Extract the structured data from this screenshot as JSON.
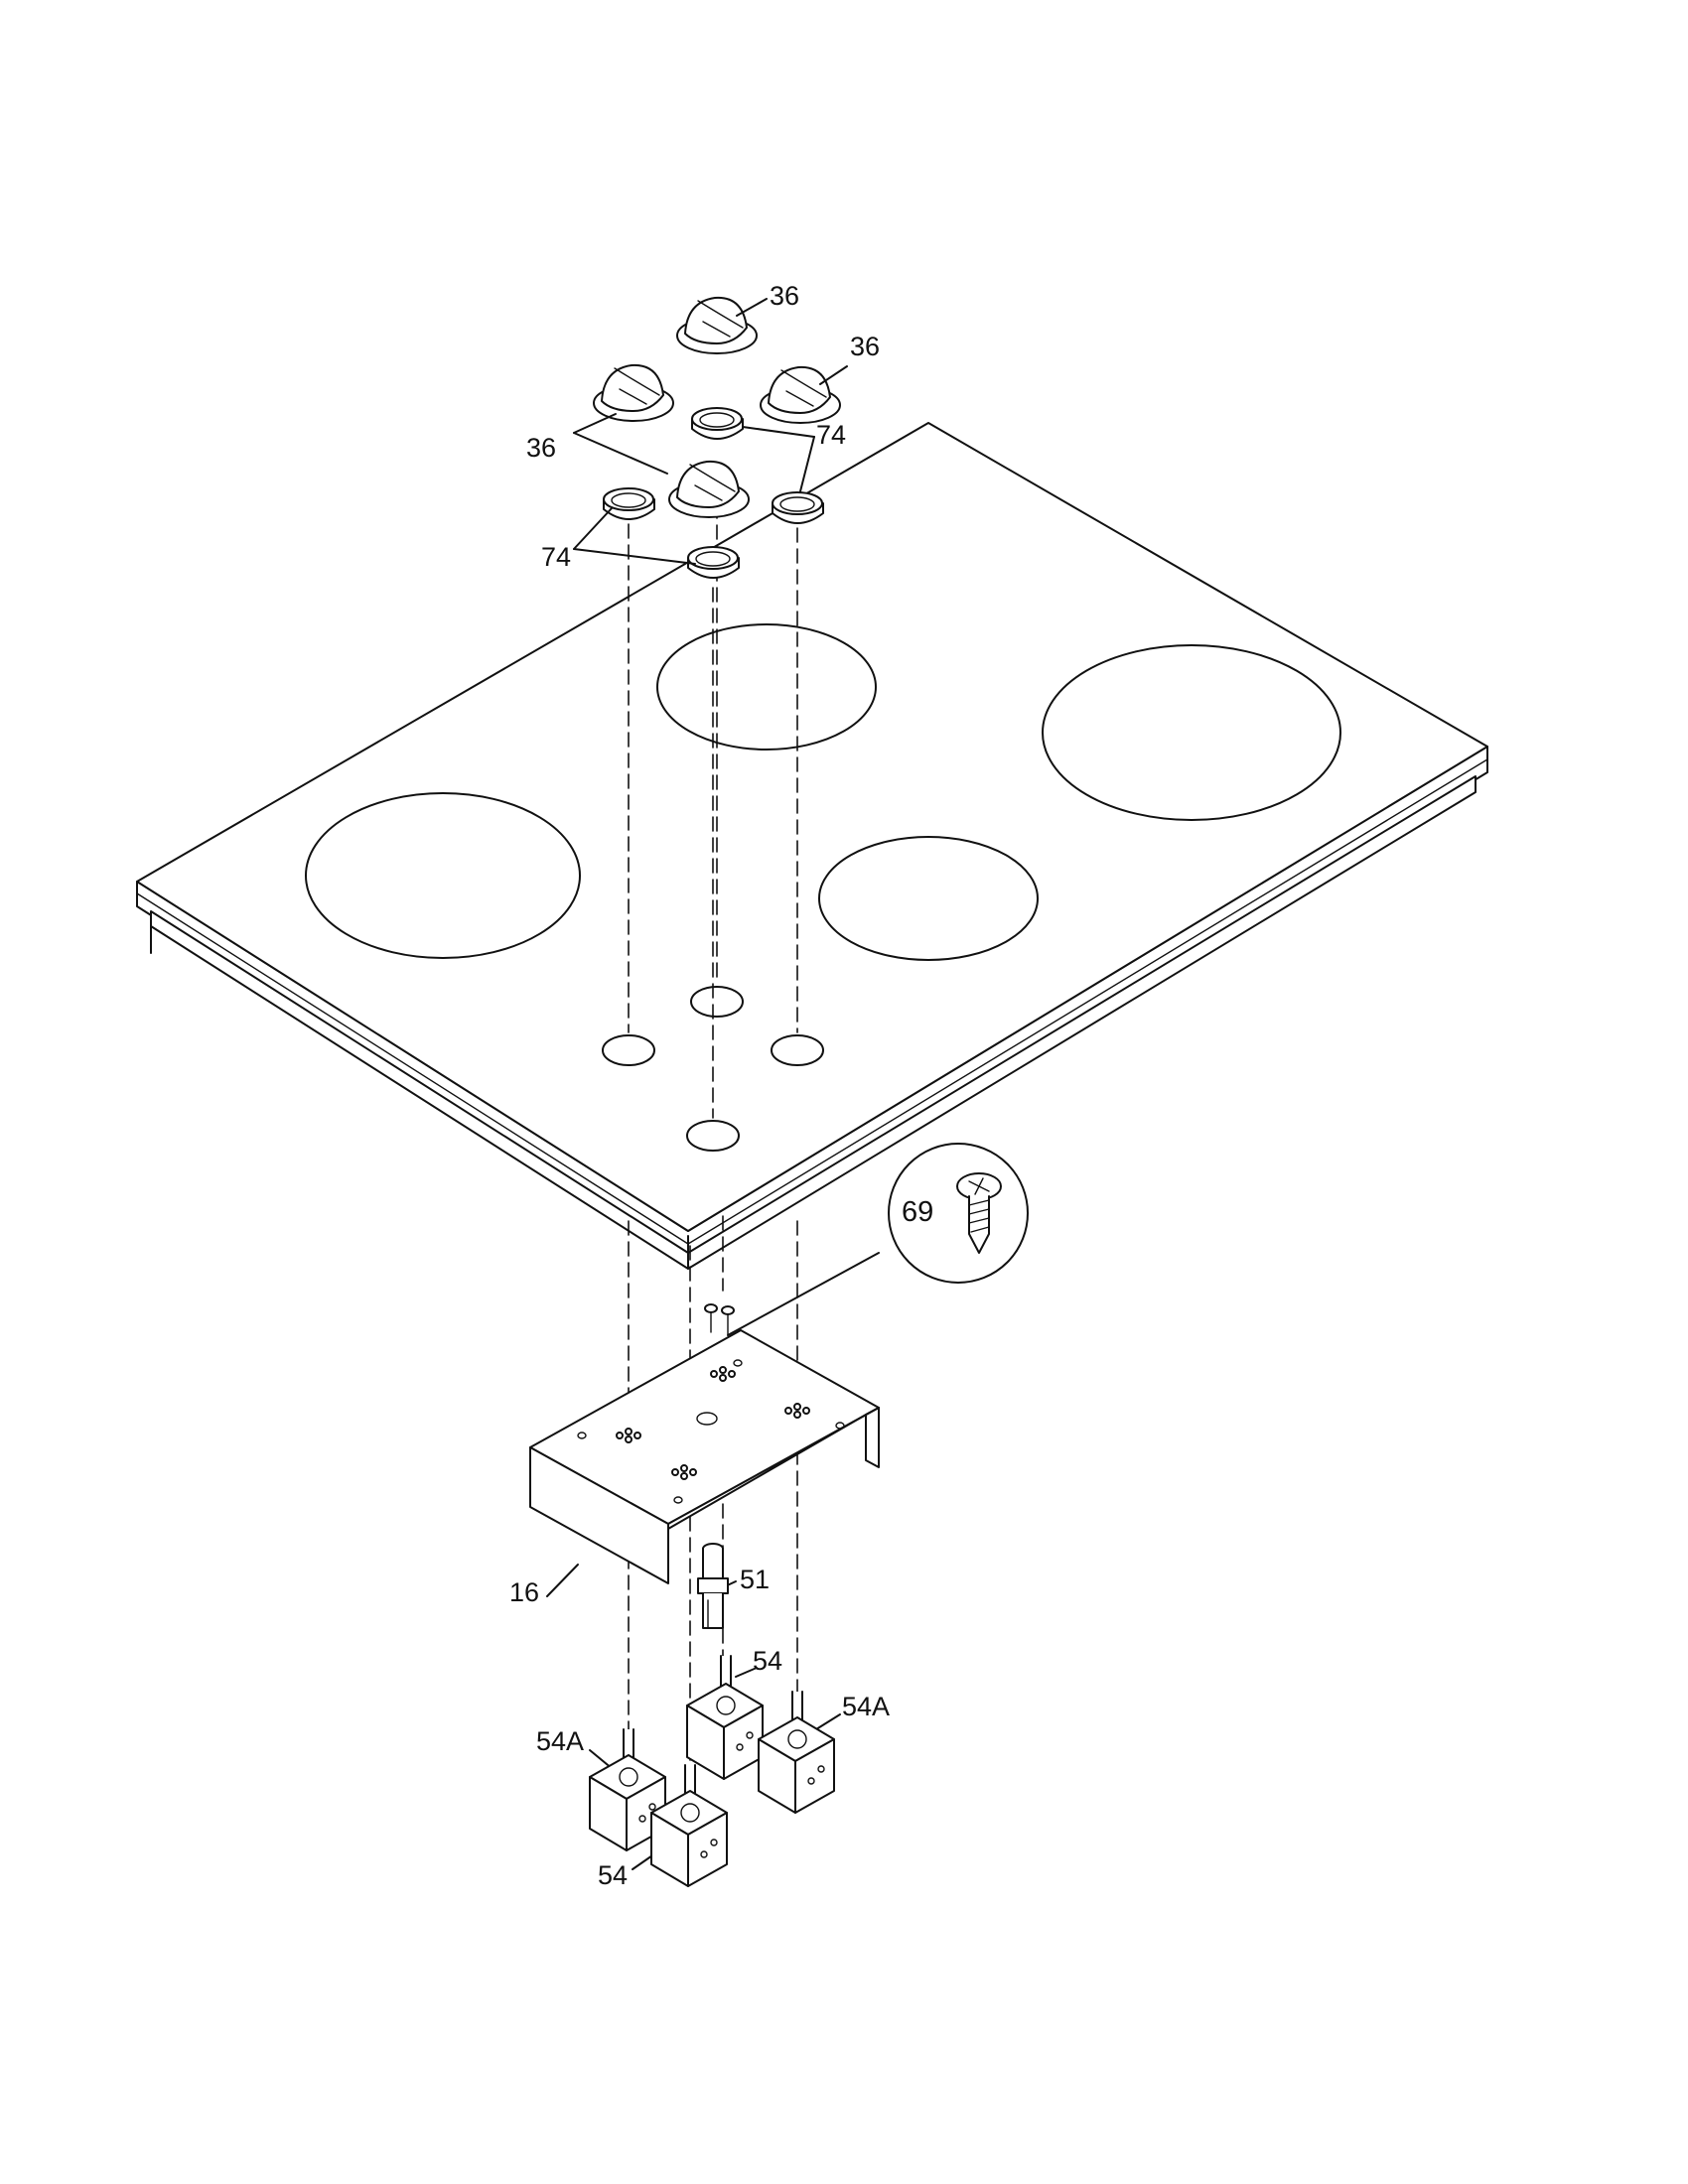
{
  "diagram": {
    "callouts": {
      "knob_top": "36",
      "knob_right": "36",
      "knob_left_pair": "36",
      "bezel_right_pair": "74",
      "bezel_left_pair": "74",
      "screw_detail": "69",
      "bracket": "16",
      "igniter_switch": "51",
      "switch_center": "54",
      "switch_right": "54A",
      "switch_left": "54A",
      "switch_front": "54"
    },
    "colors": {
      "line": "#111111",
      "background": "#ffffff"
    },
    "icons": [
      "control-knob-icon",
      "knob-bezel-icon",
      "screw-icon",
      "infinite-switch-icon",
      "igniter-switch-icon"
    ]
  }
}
